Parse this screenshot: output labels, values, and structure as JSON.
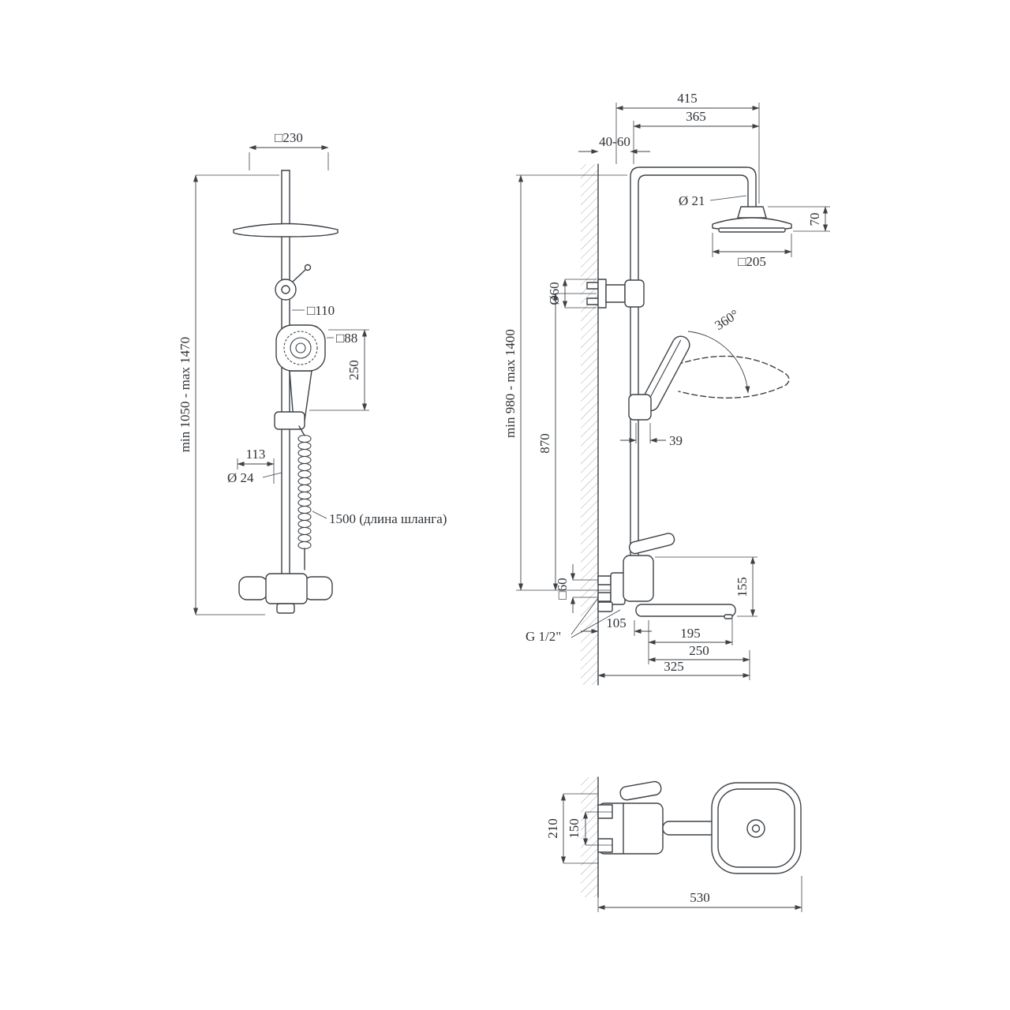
{
  "colors": {
    "line": "#3d4247",
    "text": "#2f3338",
    "hatch": "#a9adb2",
    "background": "#ffffff"
  },
  "drawing": {
    "front": {
      "head_width": "□230",
      "height_range": "min 1050 - max 1470",
      "slider_width": "□110",
      "handshower_width": "□88",
      "handshower_length": "250",
      "offset_113": "113",
      "pole_diameter": "Ø 24",
      "hose_length": "1500 (длина шланга)"
    },
    "side": {
      "arm_415": "415",
      "arm_365": "365",
      "wall_gap": "40-60",
      "pipe_diameter": "Ø 21",
      "head_height": "70",
      "head_width": "□205",
      "bracket_diameter": "Ø60",
      "swivel_angle": "360°",
      "height_range": "min 980 - max 1400",
      "mixer_height": "870",
      "holder_39": "39",
      "spout_155": "155",
      "inlet_60": "□60",
      "wall_105": "105",
      "thread": "G 1/2\"",
      "spout_195": "195",
      "spout_250": "250",
      "spout_325": "325"
    },
    "top": {
      "body_210": "210",
      "inlet_150": "150",
      "depth_530": "530"
    }
  }
}
